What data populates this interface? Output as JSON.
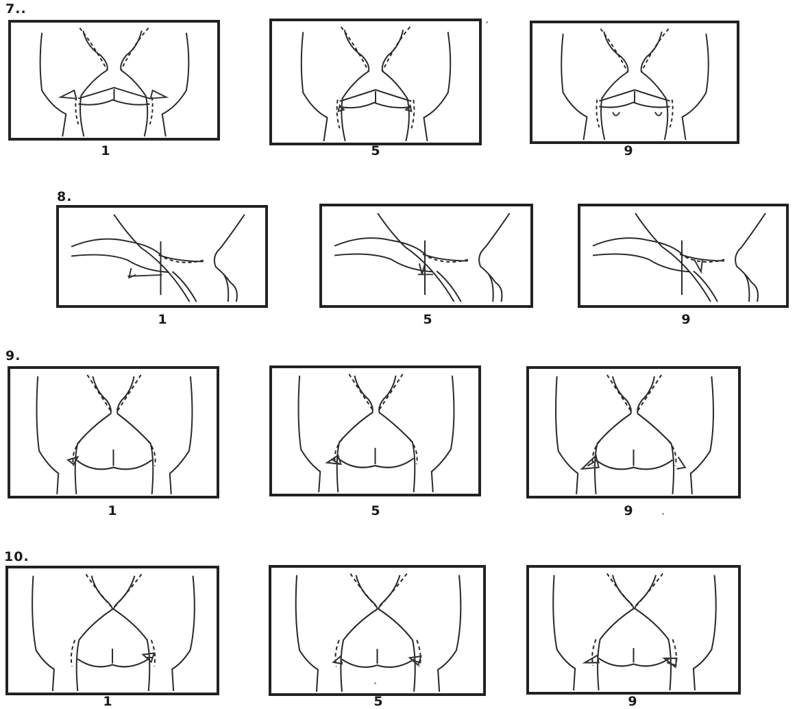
{
  "sections": [
    {
      "label": "7..",
      "scores": [
        "1",
        "5",
        "9"
      ]
    },
    {
      "label": "8.",
      "scores": [
        "1",
        "5",
        "9"
      ]
    },
    {
      "label": "9.",
      "scores": [
        "1",
        "5",
        "9"
      ]
    },
    {
      "label": "10.",
      "scores": [
        "1",
        "5",
        "9"
      ]
    }
  ]
}
